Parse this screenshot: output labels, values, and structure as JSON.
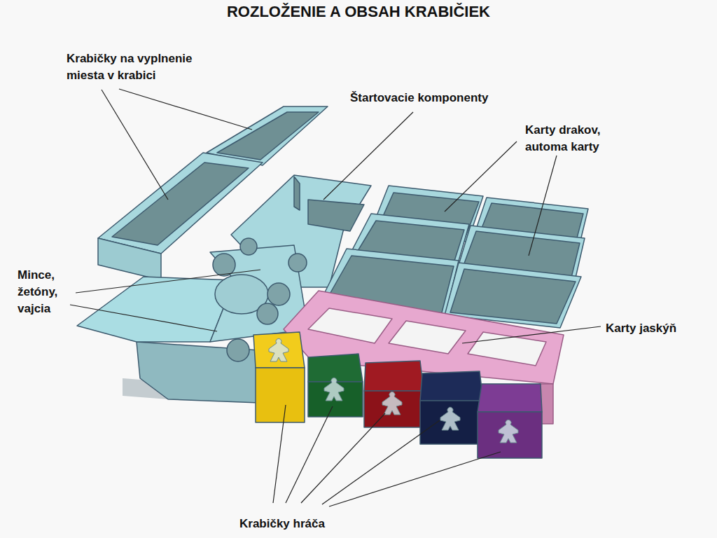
{
  "diagram": {
    "title": "ROZLOŽENIE A OBSAH KRABIČIEK",
    "labels": [
      "Krabičky na vyplnenie miesta v krabici",
      "Štartovacie komponenty",
      "Karty drakov, automa karty",
      "Mince, žetóny, vajcia",
      "Karty jaskýň",
      "Krabičky hráča"
    ]
  }
}
